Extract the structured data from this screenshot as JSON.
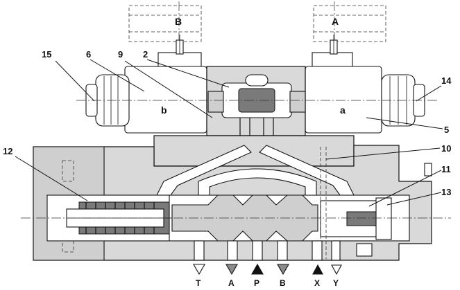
{
  "solenoids": {
    "left": "b",
    "right": "a",
    "left_ghost": "B",
    "right_ghost": "A"
  },
  "pilot_ports": {
    "left": "B",
    "right": "A"
  },
  "callouts": [
    "15",
    "6",
    "9",
    "2",
    "14",
    "5",
    "10",
    "11",
    "13",
    "12"
  ],
  "ports": [
    {
      "label": "T",
      "symbol": "open-down"
    },
    {
      "label": "A",
      "symbol": "grey-down"
    },
    {
      "label": "P",
      "symbol": "black-up"
    },
    {
      "label": "B",
      "symbol": "grey-down"
    },
    {
      "label": "X",
      "symbol": "black-up"
    },
    {
      "label": "Y",
      "symbol": "open-down"
    }
  ],
  "colors": {
    "housing": "#d9d9d9",
    "grey_triangle": "#8a8a8a",
    "ink": "#111111"
  }
}
